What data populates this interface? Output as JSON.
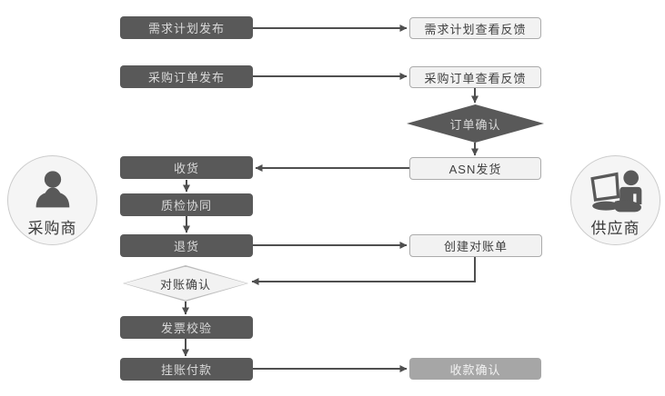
{
  "actors": {
    "buyer": {
      "label": "采购商",
      "icon": "person-bust-icon"
    },
    "supplier": {
      "label": "供应商",
      "icon": "person-laptop-icon"
    }
  },
  "nodes": {
    "demand_plan_publish": {
      "label": "需求计划发布",
      "type": "process-dark"
    },
    "demand_plan_feedback": {
      "label": "需求计划查看反馈",
      "type": "process-light"
    },
    "po_publish": {
      "label": "采购订单发布",
      "type": "process-dark"
    },
    "po_feedback": {
      "label": "采购订单查看反馈",
      "type": "process-light"
    },
    "order_confirm": {
      "label": "订单确认",
      "type": "decision-dark"
    },
    "receive": {
      "label": "收货",
      "type": "process-dark"
    },
    "asn_ship": {
      "label": "ASN发货",
      "type": "process-light"
    },
    "quality_collab": {
      "label": "质检协同",
      "type": "process-dark"
    },
    "return_goods": {
      "label": "退货",
      "type": "process-dark"
    },
    "create_statement": {
      "label": "创建对账单",
      "type": "process-light"
    },
    "statement_confirm": {
      "label": "对账确认",
      "type": "decision-light"
    },
    "invoice_verify": {
      "label": "发票校验",
      "type": "process-dark"
    },
    "booked_payment": {
      "label": "挂账付款",
      "type": "process-dark"
    },
    "payment_confirm": {
      "label": "收款确认",
      "type": "process-gray"
    }
  },
  "colors": {
    "dark_node": "#595959",
    "dark_text": "#d9d9d9",
    "light_node_bg": "#f2f2f2",
    "light_node_border": "#ababab",
    "light_text": "#3f3f3f",
    "gray_node": "#a6a6a6",
    "connector": "#4f4f4f",
    "circle_bg": "#f5f5f5",
    "circle_border": "#cccccc"
  }
}
